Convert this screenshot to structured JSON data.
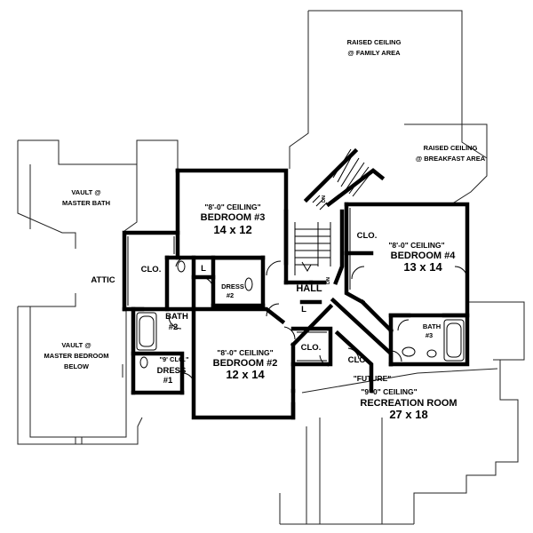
{
  "labels": {
    "raised_family_1": "RAISED CEILING",
    "raised_family_2": "@ FAMILY AREA",
    "raised_breakfast_1": "RAISED CEILING",
    "raised_breakfast_2": "@ BREAKFAST AREA",
    "vault_bath_1": "VAULT @",
    "vault_bath_2": "MASTER BATH",
    "attic": "ATTIC",
    "vault_bed_1": "VAULT @",
    "vault_bed_2": "MASTER BEDROOM",
    "vault_bed_3": "BELOW",
    "bed3_ceiling": "\"8'-0\" CEILING\"",
    "bed3_name": "BEDROOM #3",
    "bed3_size": "14 x 12",
    "clo_left": "CLO.",
    "l_upper": "L",
    "dress2_1": "DRESS",
    "dress2_2": "#2",
    "bath2_1": "BATH",
    "bath2_2": "#2",
    "hall": "HALL",
    "l_hall": "L",
    "dn_top": "DN",
    "dn_bottom": "DN",
    "clo_bed4": "CLO.",
    "bed4_ceiling": "\"8'-0\" CEILING\"",
    "bed4_name": "BEDROOM #4",
    "bed4_size": "13 x 14",
    "bed2_ceiling": "\"8'-0\" CEILING\"",
    "bed2_name": "BEDROOM #2",
    "bed2_size": "12 x 14",
    "clo_bed2": "CLO.",
    "clo_hall": "CLO.",
    "bath3_1": "BATH",
    "bath3_2": "#3",
    "dress1_ceiling": "\"9' CLG.\"",
    "dress1_1": "DRESS",
    "dress1_2": "#1",
    "rec_future": "\"FUTURE\"",
    "rec_ceiling": "\"9'-0\" CEILING\"",
    "rec_name": "RECREATION ROOM",
    "rec_size": "27 x 18"
  }
}
